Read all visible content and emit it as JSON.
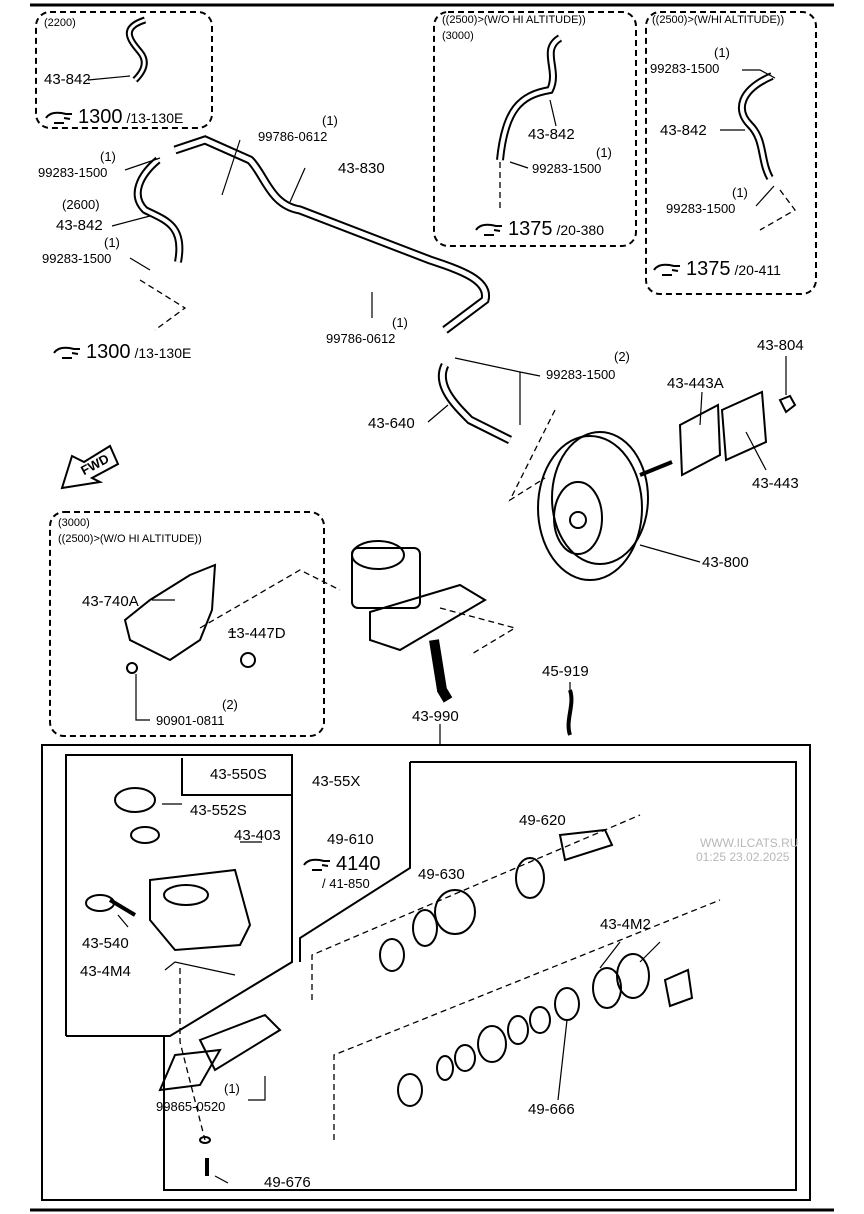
{
  "watermark": {
    "site": "WWW.ILCATS.RU",
    "timestamp": "01:25 23.02.2025"
  },
  "icons": {
    "pointer": "hand-pointer-icon",
    "forward": "fwd-arrow-icon"
  },
  "boxes": {
    "b2200": {
      "cond": "(2200)"
    },
    "b2500wo": {
      "cond1": "((2500)>(W/O HI ALTITUDE))",
      "cond2": "(3000)"
    },
    "b2500w": {
      "cond": "((2500)>(W/HI ALTITUDE))"
    },
    "b3000": {
      "cond1": "(3000)",
      "cond2": "((2500)>(W/O HI ALTITUDE))"
    }
  },
  "refs": [
    {
      "num": "1300",
      "sub": "/13-130E"
    },
    {
      "num": "1375",
      "sub": "/20-380"
    },
    {
      "num": "1375",
      "sub": "/20-411"
    },
    {
      "num": "1300",
      "sub": "/13-130E"
    },
    {
      "num": "4140",
      "sub": "/ 41-850"
    }
  ],
  "labels": {
    "p43842a": "43-842",
    "qty1a": "(1)",
    "p99786a": "99786-0612",
    "p43830": "43-830",
    "qty1b": "(1)",
    "p99283a": "99283-1500",
    "v2600": "(2600)",
    "p43842b": "43-842",
    "qty1c": "(1)",
    "p99283b": "99283-1500",
    "p43842c": "43-842",
    "qty1d": "(1)",
    "p99283c": "99283-1500",
    "qty1e": "(1)",
    "p99283d": "99283-1500",
    "p43842d": "43-842",
    "qty1f": "(1)",
    "p99283e": "99283-1500",
    "qty1g": "(1)",
    "p99786b": "99786-0612",
    "qty2a": "(2)",
    "p99283f": "99283-1500",
    "p43804": "43-804",
    "p43443A": "43-443A",
    "p43640": "43-640",
    "p43443": "43-443",
    "fwd": "FWD",
    "p43800": "43-800",
    "p43740A": "43-740A",
    "p13447D": "13-447D",
    "qty2b": "(2)",
    "p90901": "90901-0811",
    "p45919": "45-919",
    "p43990": "43-990",
    "p43550S": "43-550S",
    "p4355X": "43-55X",
    "p43552S": "43-552S",
    "p43403": "43-403",
    "p49610": "49-610",
    "p49620": "49-620",
    "p49630": "49-630",
    "p43540": "43-540",
    "p434M2": "43-4M2",
    "p434M4": "43-4M4",
    "qty1h": "(1)",
    "p99865": "99865-0520",
    "p49666": "49-666",
    "p49676": "49-676"
  }
}
